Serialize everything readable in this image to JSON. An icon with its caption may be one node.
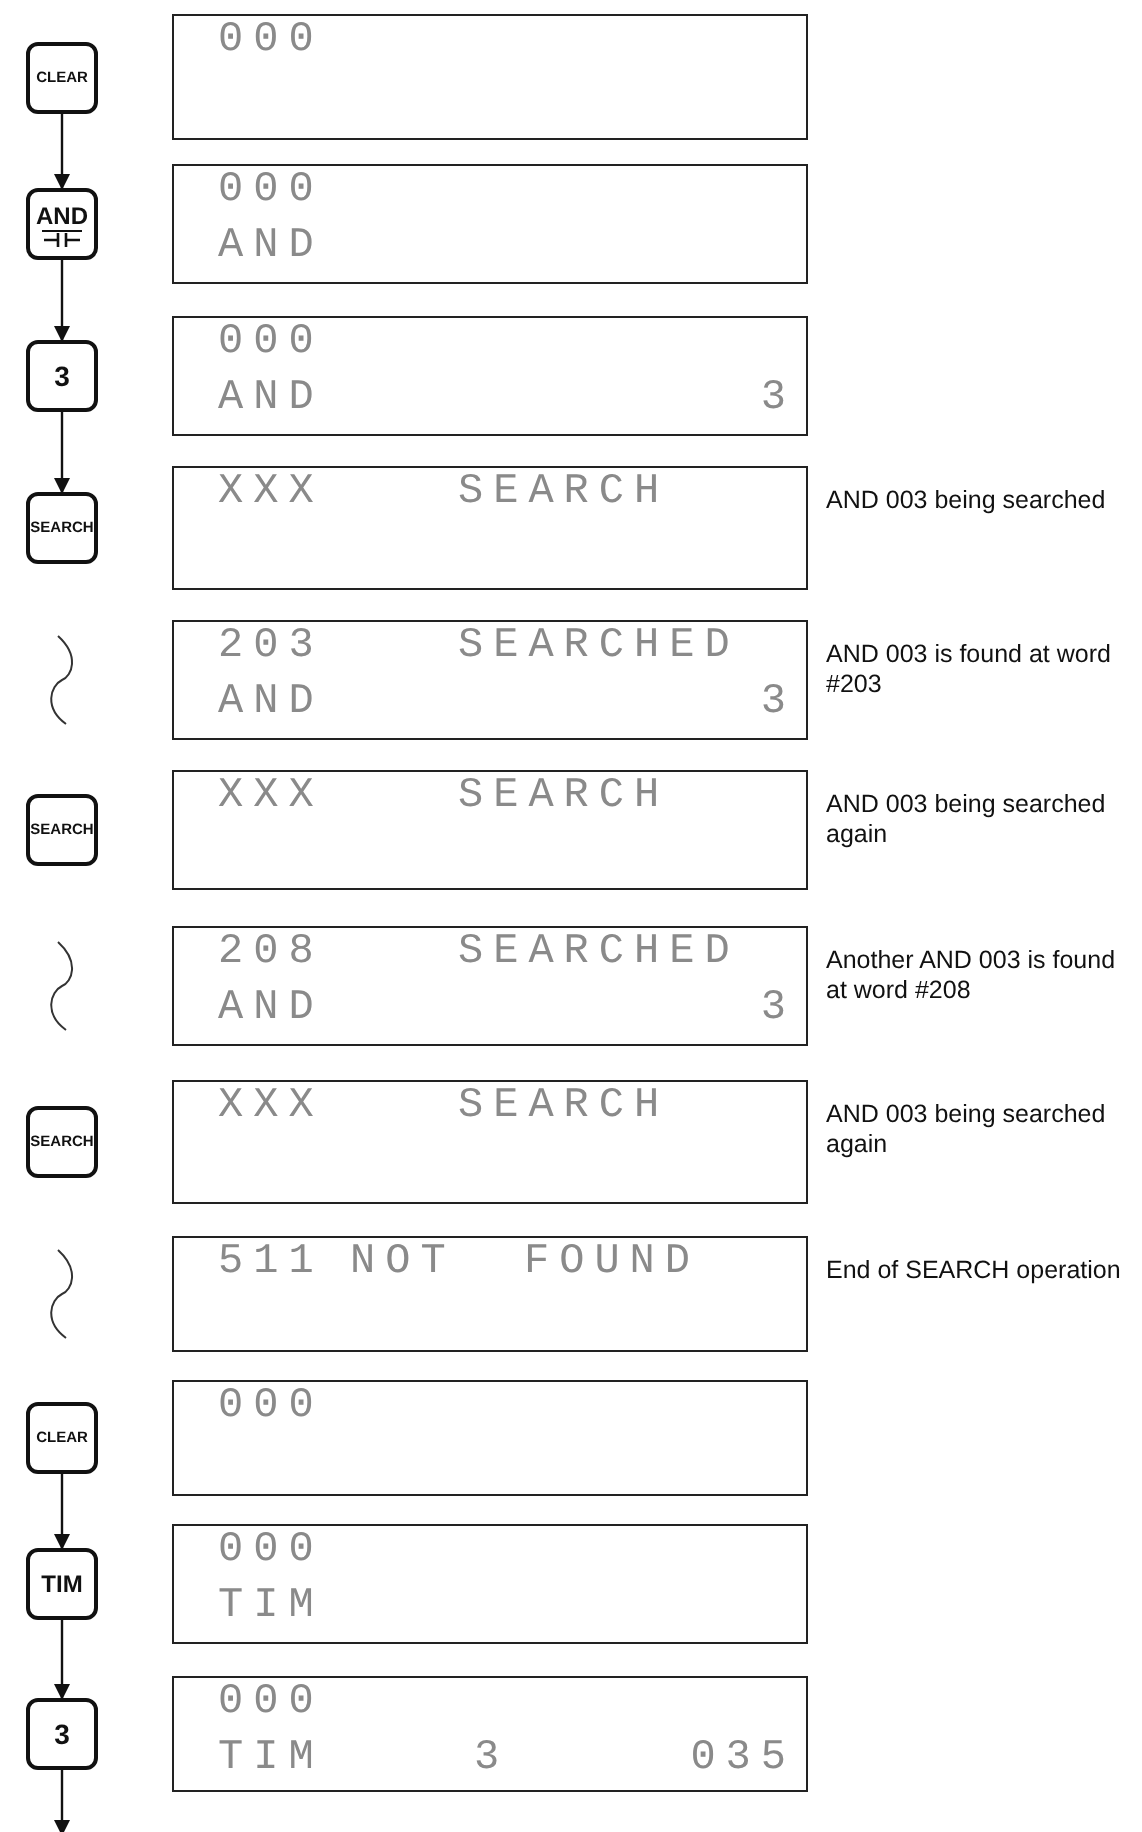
{
  "diagram": {
    "nodes": [
      {
        "text": [
          "CLEAR"
        ]
      },
      {
        "text": [
          "000"
        ]
      },
      {
        "text": [
          "AND"
        ]
      },
      {
        "text": [
          "000",
          "AND"
        ]
      },
      {
        "text": [
          "3"
        ]
      },
      {
        "text": [
          "000",
          "AND",
          "3"
        ]
      },
      {
        "text": [
          "SEARCH"
        ]
      },
      {
        "text": [
          "XXX",
          "SEARCH"
        ],
        "beside": [
          "AND 003 being searched"
        ]
      },
      {
        "text": [
          "203",
          "SEARCHED",
          "AND",
          "3"
        ],
        "beside": [
          "AND 003 is found at word #203"
        ]
      },
      {
        "text": [
          "SEARCH"
        ]
      },
      {
        "text": [
          "XXX",
          "SEARCH"
        ],
        "beside": [
          "AND 003 being searched again"
        ]
      },
      {
        "text": [
          "208",
          "SEARCHED",
          "AND",
          "3"
        ],
        "beside": [
          "Another AND 003 is found at word #208"
        ]
      },
      {
        "text": [
          "SEARCH"
        ]
      },
      {
        "text": [
          "XXX",
          "SEARCH"
        ],
        "beside": [
          "AND 003 being searched again"
        ]
      },
      {
        "text": [
          "511",
          "NOT",
          "FOUND"
        ],
        "beside": [
          "End of SEARCH operation"
        ]
      },
      {
        "text": [
          "CLEAR"
        ]
      },
      {
        "text": [
          "000"
        ]
      },
      {
        "text": [
          "TIM"
        ]
      },
      {
        "text": [
          "000",
          "TIM"
        ]
      },
      {
        "text": [
          "3"
        ]
      },
      {
        "text": [
          "000",
          "TIM",
          "3",
          "035"
        ]
      }
    ],
    "edges": [
      {
        "from": 0,
        "to": 2,
        "arrow": "to"
      },
      {
        "from": 2,
        "to": 4,
        "arrow": "to"
      },
      {
        "from": 4,
        "to": 6,
        "arrow": "to"
      },
      {
        "from": 15,
        "to": 17,
        "arrow": "to"
      },
      {
        "from": 17,
        "to": 19,
        "arrow": "to"
      },
      {
        "from": 19,
        "to": null,
        "arrow": "to"
      }
    ]
  }
}
